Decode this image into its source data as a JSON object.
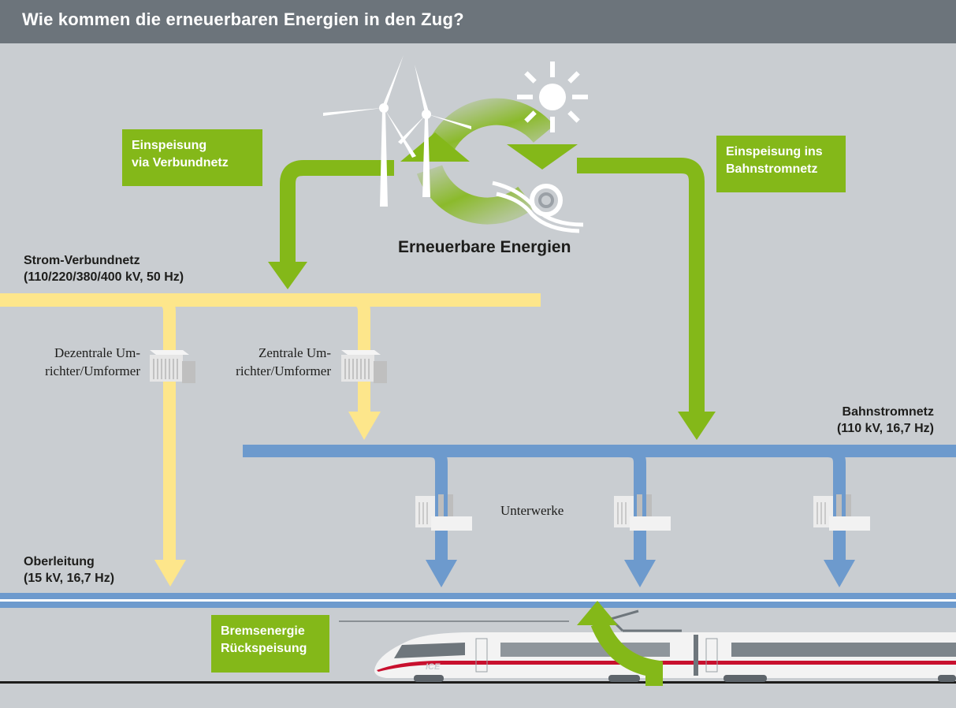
{
  "header": {
    "title": "Wie kommen die erneuerbaren Energien in den Zug?"
  },
  "renewables": {
    "label": "Erneuerbare Energien",
    "icons": [
      "wind-turbine-icon",
      "sun-icon",
      "water-turbine-icon",
      "cycle-arrows-icon"
    ]
  },
  "feed_boxes": {
    "verbund": [
      "Einspeisung",
      "via Verbundnetz"
    ],
    "bahnstrom": [
      "Einspeisung ins",
      "Bahnstromnetz"
    ],
    "brems": [
      "Bremsenergie",
      "Rückspeisung"
    ]
  },
  "grids": {
    "verbund": {
      "name": "Strom-Verbundnetz",
      "spec": "(110/220/380/400 kV, 50 Hz)"
    },
    "bahnstrom": {
      "name": "Bahnstromnetz",
      "spec": "(110 kV, 16,7 Hz)"
    },
    "oberleitung": {
      "name": "Oberleitung",
      "spec": "(15 kV, 16,7 Hz)"
    }
  },
  "converters": {
    "dezentral": [
      "Dezentrale Um-",
      "richter/Umformer"
    ],
    "zentral": [
      "Zentrale Um-",
      "richter/Umformer"
    ]
  },
  "substations": {
    "label": "Unterwerke"
  },
  "train": {
    "logo": "ICE"
  },
  "colors": {
    "background": "#c9cdd1",
    "header": "#6c747b",
    "green": "#84b819",
    "yellow": "#fde68b",
    "blue": "#6d9acd",
    "text": "#1d1d1b"
  }
}
